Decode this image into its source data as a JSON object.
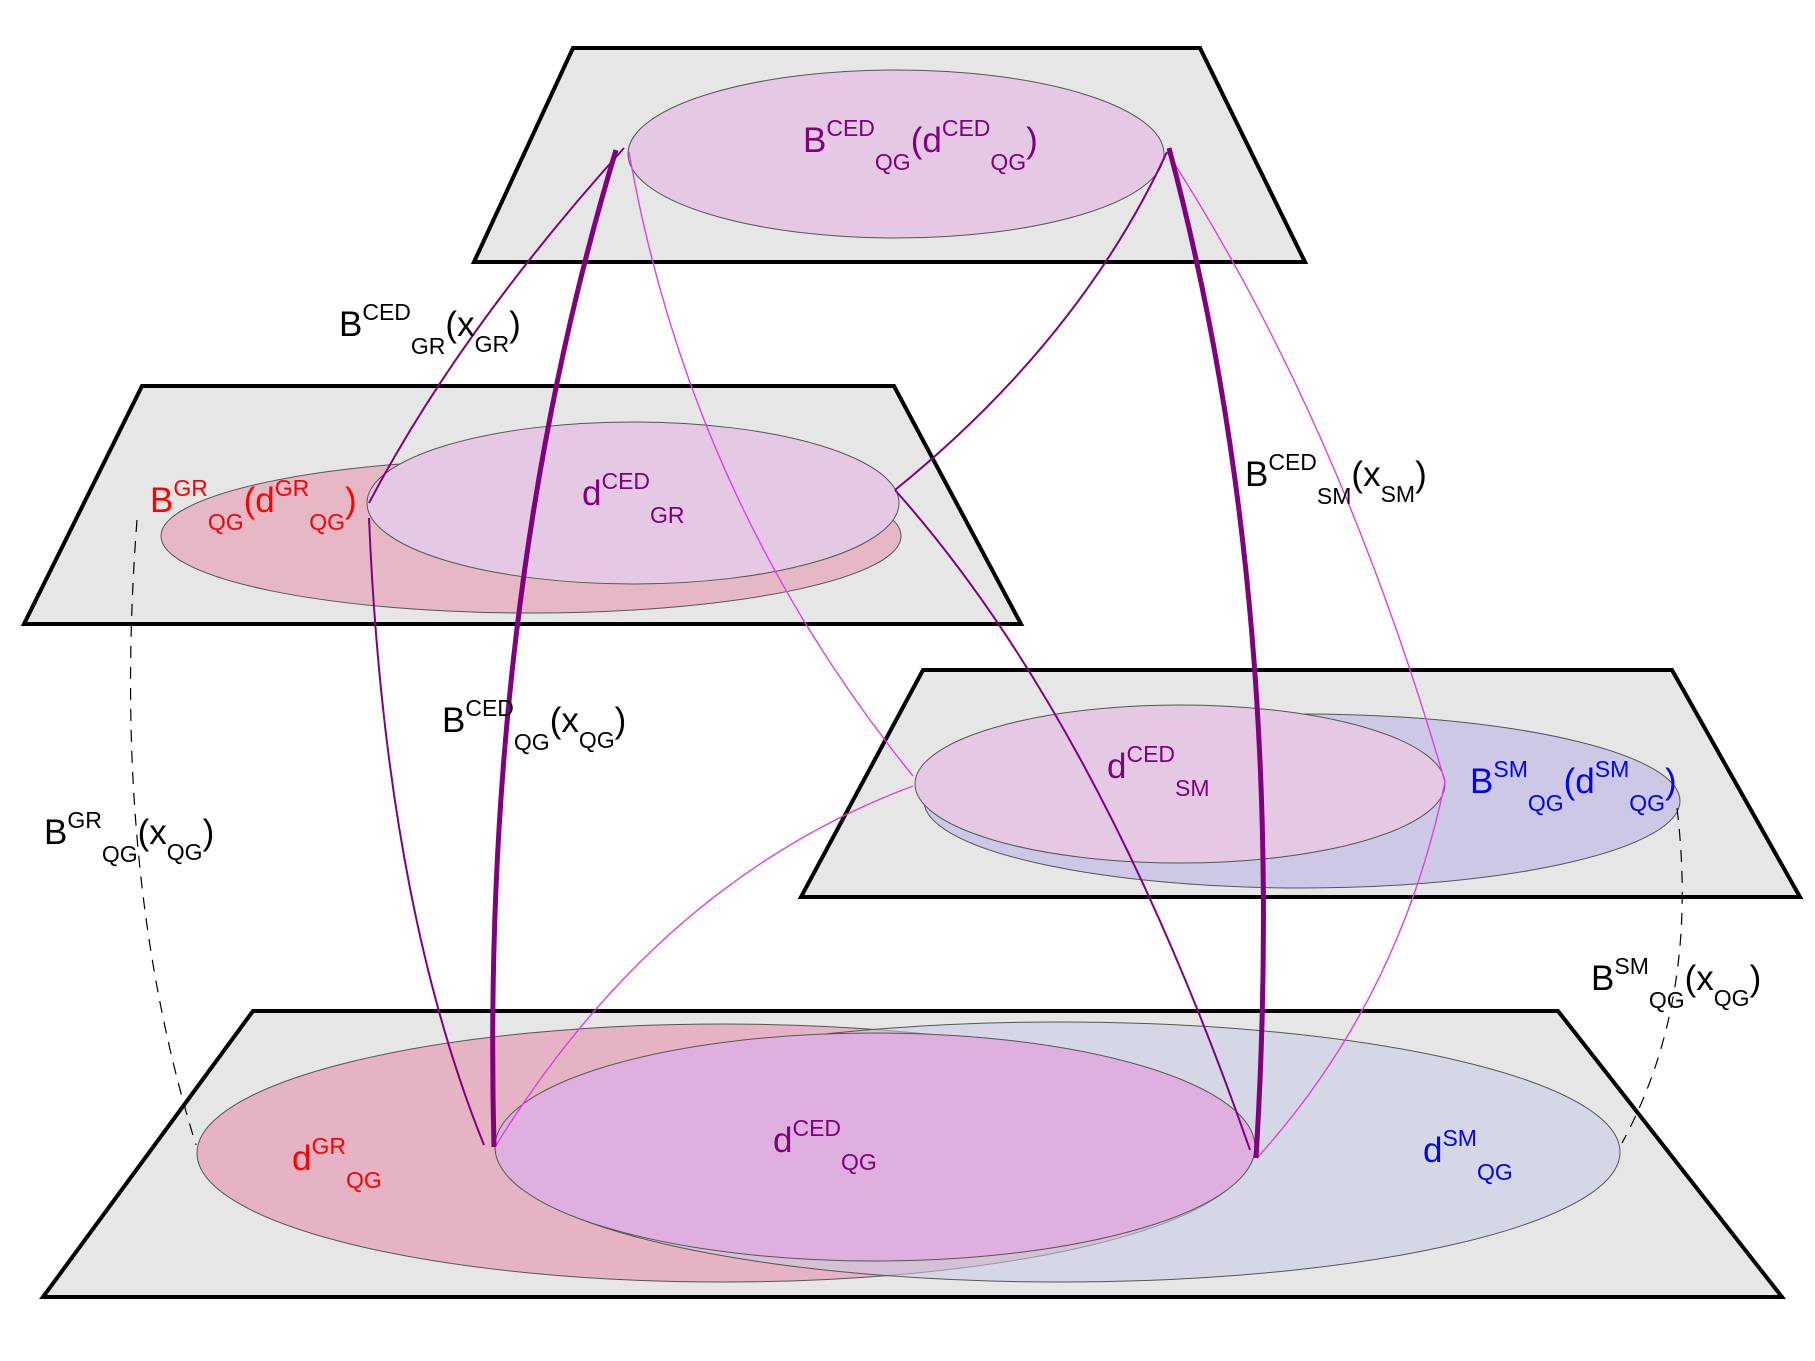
{
  "colors": {
    "plane_fill": "#e6e6e6",
    "plane_stroke": "#000000",
    "ced": "#800080",
    "ced_light": "#e0a8e0",
    "gr": "#ff0000",
    "gr_fill": "#e6b3c4",
    "sm": "#0000ff",
    "sm_fill": "#c9cbe6",
    "ced_fill": "#e4c8e4",
    "ced_thin": "#e040e0",
    "label": "#000000"
  },
  "labels": {
    "top_region": {
      "base": "B",
      "sup1": "CED",
      "sub1": "QG",
      "open": "(d",
      "sup2": "CED",
      "sub2": "QG",
      "close": ")"
    },
    "gr_region": {
      "base": "B",
      "sup1": "GR",
      "sub1": "QG",
      "open": "(d",
      "sup2": "GR",
      "sub2": "QG",
      "close": ")"
    },
    "gr_ced": {
      "base": "d",
      "sup": "CED",
      "sub": "GR"
    },
    "sm_region": {
      "base": "B",
      "sup1": "SM",
      "sub1": "QG",
      "open": "(d",
      "sup2": "SM",
      "sub2": "QG",
      "close": ")"
    },
    "sm_ced": {
      "base": "d",
      "sup": "CED",
      "sub": "SM"
    },
    "bottom_gr": {
      "base": "d",
      "sup": "GR",
      "sub": "QG"
    },
    "bottom_ced": {
      "base": "d",
      "sup": "CED",
      "sub": "QG"
    },
    "bottom_sm": {
      "base": "d",
      "sup": "SM",
      "sub": "QG"
    },
    "map_ced_gr": {
      "base": "B",
      "sup": "CED",
      "sub": "GR",
      "open": "(x",
      "arg_sub": "GR",
      "close": ")"
    },
    "map_ced_sm": {
      "base": "B",
      "sup": "CED",
      "sub": "SM",
      "open": "(x",
      "arg_sub": "SM",
      "close": ")"
    },
    "map_ced_qg": {
      "base": "B",
      "sup": "CED",
      "sub": "QG",
      "open": "(x",
      "arg_sub": "QG",
      "close": ")"
    },
    "map_gr_qg": {
      "base": "B",
      "sup": "GR",
      "sub": "QG",
      "open": "(x",
      "arg_sub": "QG",
      "close": ")"
    },
    "map_sm_qg": {
      "base": "B",
      "sup": "SM",
      "sub": "QG",
      "open": "(x",
      "arg_sub": "QG",
      "close": ")"
    }
  }
}
